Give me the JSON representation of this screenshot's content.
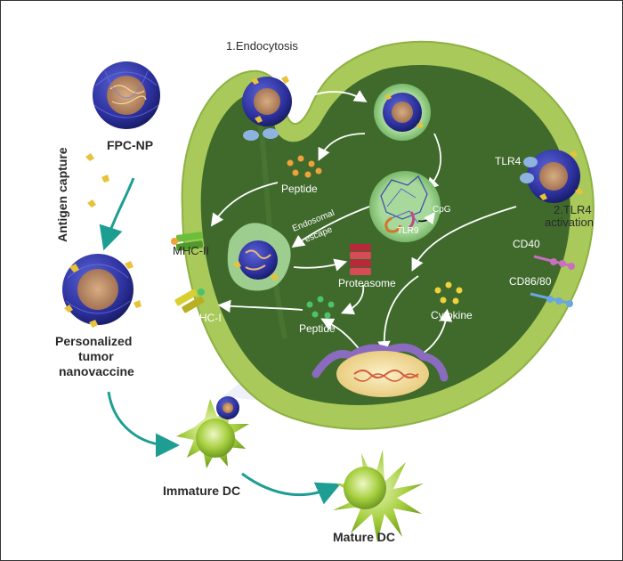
{
  "labels": {
    "endocytosis": "1.Endocytosis",
    "fpc_np": "FPC-NP",
    "antigen_capture": "Antigen capture",
    "peptide_top": "Peptide",
    "tlr4": "TLR4",
    "tlr4_activation_1": "2.TLR4",
    "tlr4_activation_2": "activation",
    "cpg": "CpG",
    "tlr9": "TLR9",
    "endosomal_1": "Endosomal",
    "endosomal_2": "escape",
    "mhc_ii": "MHC-II",
    "proteasome": "Proteasome",
    "cd40": "CD40",
    "cd86_80": "CD86/80",
    "mhc_i": "MHC-I",
    "peptide_bottom": "Peptide",
    "cytokine": "Cytokine",
    "personalized_1": "Personalized",
    "personalized_2": "tumor",
    "personalized_3": "nanovaccine",
    "immature_dc": "Immature DC",
    "mature_dc": "Mature DC"
  },
  "colors": {
    "cell_outer": "#a9c95a",
    "cell_inner": "#3f6a2c",
    "nanoparticle": "#2b2f9a",
    "antigen": "#e8c23a",
    "receptor": "#8fb3e0",
    "arrow": "#ffffff",
    "teal_arrow": "#1e9e93",
    "dc_green": "#a6cf3f",
    "peptide_orange": "#f0a23a",
    "peptide_green": "#4cc36a",
    "mhc_green": "#6cbf3a",
    "mhc_yellow": "#d8d030",
    "er_purple": "#8a6bc0",
    "cd40_pink": "#c96fc1",
    "cd86_blue": "#6aa6e0"
  }
}
